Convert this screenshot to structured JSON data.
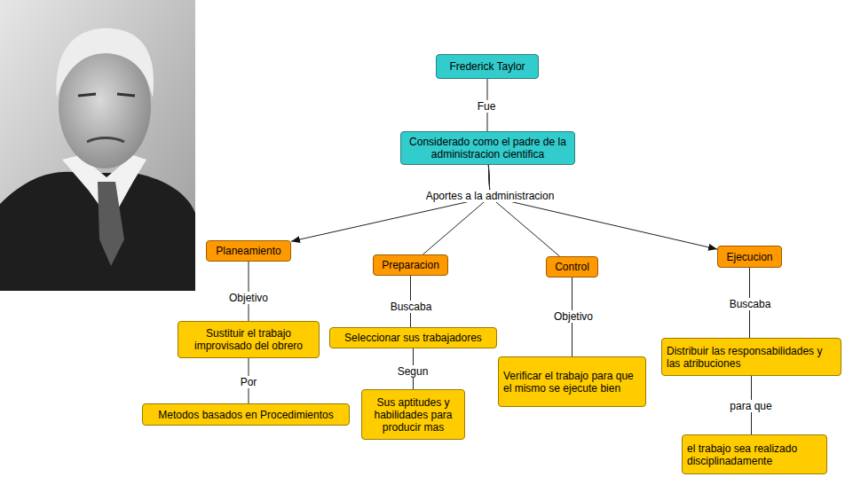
{
  "diagram": {
    "nodes": [
      {
        "text": [
          "Frederick Taylor"
        ]
      },
      {
        "text": [
          "Considerado como el padre de la administracion cientifica"
        ]
      },
      {
        "text": [
          "Planeamiento"
        ]
      },
      {
        "text": [
          "Preparacion"
        ]
      },
      {
        "text": [
          "Control"
        ]
      },
      {
        "text": [
          "Ejecucion"
        ]
      },
      {
        "text": [
          "Sustituir el trabajo improvisado del obrero"
        ]
      },
      {
        "text": [
          "Metodos basados en Procedimientos"
        ]
      },
      {
        "text": [
          "Seleccionar sus trabajadores"
        ]
      },
      {
        "text": [
          "Sus aptitudes y habilidades para producir mas"
        ]
      },
      {
        "text": [
          "Verificar el trabajo para que el mismo se ejecute bien"
        ]
      },
      {
        "text": [
          "Distribuir las responsabilidades y las atribuciones"
        ]
      },
      {
        "text": [
          "el trabajo sea realizado disciplinadamente"
        ]
      }
    ],
    "edges": [
      {
        "from": 0,
        "to": 1,
        "label": "Fue",
        "arrow": "none"
      },
      {
        "from": 1,
        "to": 2,
        "label": "Aportes a la administracion",
        "arrow": "to"
      },
      {
        "from": 1,
        "to": 3,
        "arrow": "none"
      },
      {
        "from": 1,
        "to": 4,
        "arrow": "none"
      },
      {
        "from": 1,
        "to": 5,
        "arrow": "to"
      },
      {
        "from": 2,
        "to": 6,
        "label": "Objetivo",
        "arrow": "none"
      },
      {
        "from": 6,
        "to": 7,
        "label": "Por",
        "arrow": "none"
      },
      {
        "from": 3,
        "to": 8,
        "label": "Buscaba",
        "arrow": "none"
      },
      {
        "from": 8,
        "to": 9,
        "label": "Segun",
        "arrow": "none"
      },
      {
        "from": 4,
        "to": 10,
        "label": "Objetivo",
        "arrow": "none"
      },
      {
        "from": 5,
        "to": 11,
        "label": "Buscaba",
        "arrow": "none"
      },
      {
        "from": 11,
        "to": 12,
        "label": "para que",
        "arrow": "none"
      }
    ]
  }
}
